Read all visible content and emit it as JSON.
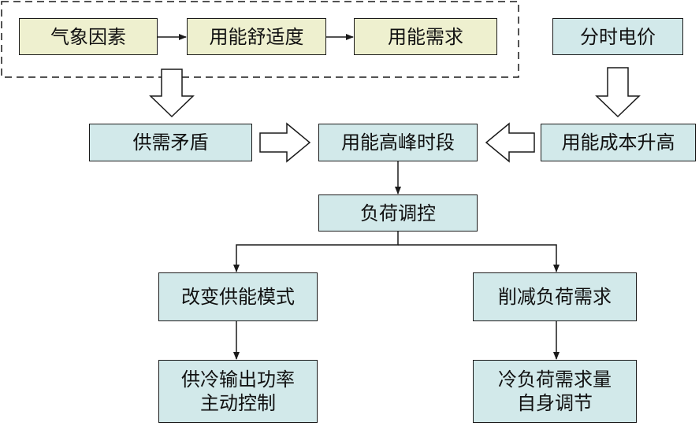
{
  "diagram": {
    "colors": {
      "node_fill_blue": "#d2e9ea",
      "node_fill_yellow": "#eef0cf",
      "stroke": "#1a1a1a"
    },
    "nodes": {
      "weather": "气象因素",
      "comfort": "用能舒适度",
      "demand": "用能需求",
      "tou_price": "分时电价",
      "conflict": "供需矛盾",
      "peak": "用能高峰时段",
      "cost": "用能成本升高",
      "load_control": "负荷调控",
      "change_mode": "改变供能模式",
      "cut_demand": "削减负荷需求",
      "cooling_output": "供冷输出功率\n主动控制",
      "self_adjust": "冷负荷需求量\n自身调节"
    }
  }
}
